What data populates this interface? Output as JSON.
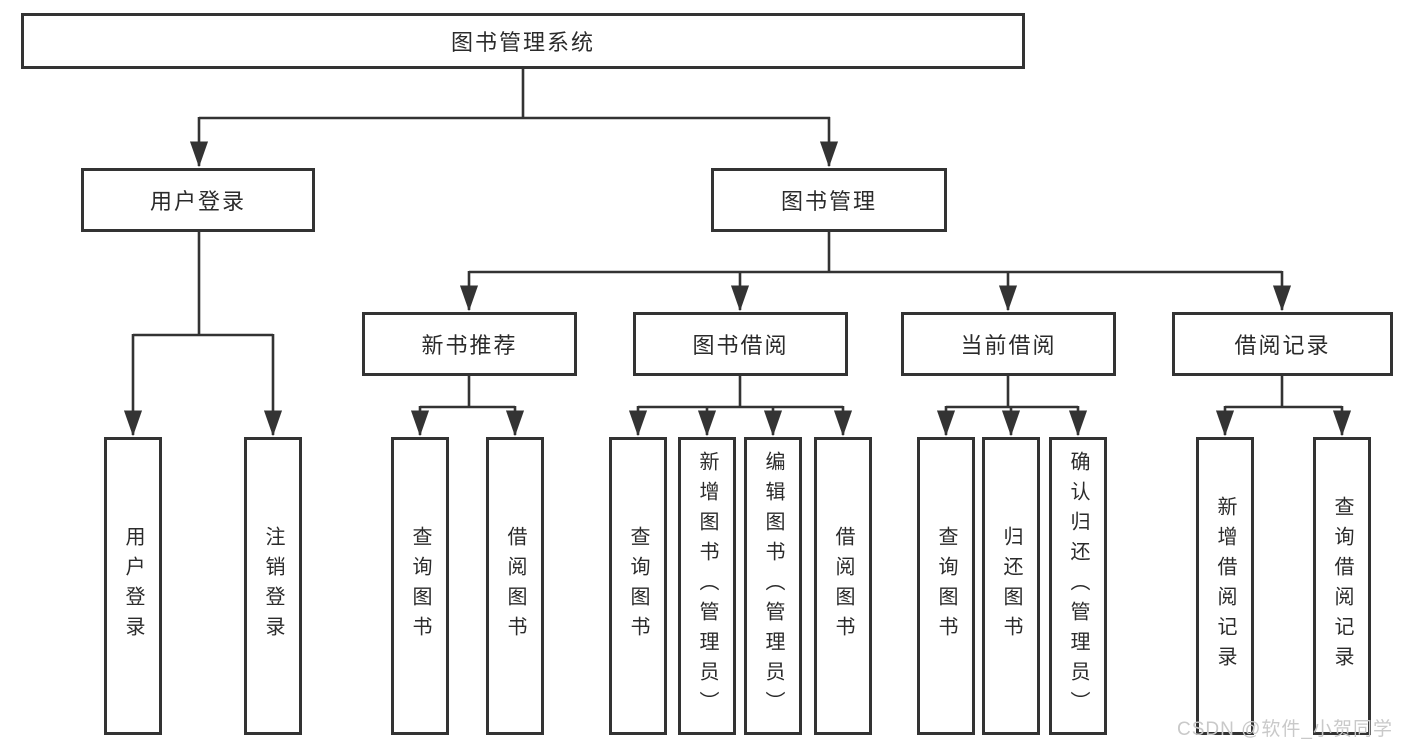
{
  "diagram": {
    "root": {
      "label": "图书管理系统"
    },
    "user_branch": {
      "label": "用户登录",
      "children": [
        {
          "label": "用户登录"
        },
        {
          "label": "注销登录"
        }
      ]
    },
    "book_branch": {
      "label": "图书管理",
      "sections": [
        {
          "label": "新书推荐",
          "children": [
            {
              "label": "查询图书"
            },
            {
              "label": "借阅图书"
            }
          ]
        },
        {
          "label": "图书借阅",
          "children": [
            {
              "label": "查询图书"
            },
            {
              "label": "新增图书（管理员）"
            },
            {
              "label": "编辑图书（管理员）"
            },
            {
              "label": "借阅图书"
            }
          ]
        },
        {
          "label": "当前借阅",
          "children": [
            {
              "label": "查询图书"
            },
            {
              "label": "归还图书"
            },
            {
              "label": "确认归还（管理员）"
            }
          ]
        },
        {
          "label": "借阅记录",
          "children": [
            {
              "label": "新增借阅记录"
            },
            {
              "label": "查询借阅记录"
            }
          ]
        }
      ]
    }
  },
  "watermark": {
    "text": "CSDN @软件_小贺同学"
  },
  "colors": {
    "line": "#333333",
    "border": "#333333",
    "text": "#2b2b2b",
    "background": "#ffffff",
    "watermark": "#c9c9c9"
  }
}
